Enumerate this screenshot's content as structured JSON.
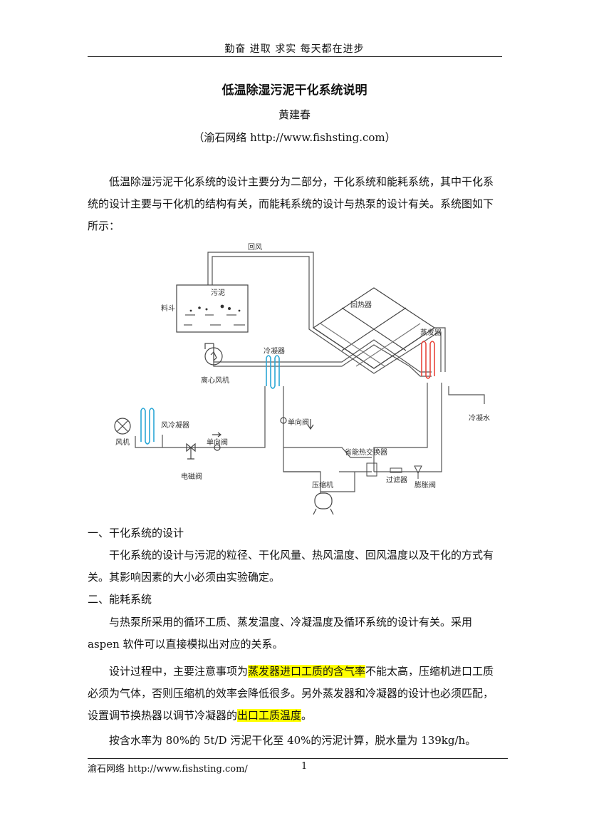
{
  "header": {
    "motto": "勤奋  进取  求实  每天都在进步"
  },
  "title": "低温除湿污泥干化系统说明",
  "author": "黄建春",
  "affiliation": "（渝石网络  http://www.fishsting.com）",
  "intro": "低温除湿污泥干化系统的设计主要分为二部分，干化系统和能耗系统，其中干化系统的设计主要与干化机的结构有关，而能耗系统的设计与热泵的设计有关。系统图如下所示：",
  "diagram": {
    "labels": {
      "return_air": "回风",
      "sludge": "污泥",
      "hopper": "料斗",
      "regenerator": "回热器",
      "evaporator": "蒸发器",
      "condenser": "冷凝器",
      "fan_centrifugal": "离心风机",
      "air_condenser": "风冷凝器",
      "fan": "风机",
      "check_valve_1": "单向阀",
      "check_valve_2": "单向阀",
      "solenoid_valve": "电磁阀",
      "economizer": "省能热交换器",
      "compressor": "压缩机",
      "filter": "过滤器",
      "expansion_valve": "膨胀阀",
      "condensate": "冷凝水"
    }
  },
  "sections": [
    {
      "heading": "一、干化系统的设计",
      "paragraphs": [
        "干化系统的设计与污泥的粒径、干化风量、热风温度、回风温度以及干化的方式有关。其影响因素的大小必须由实验确定。"
      ]
    },
    {
      "heading": "二、能耗系统",
      "p1": "与热泵所采用的循环工质、蒸发温度、冷凝温度及循环系统的设计有关。采用 aspen 软件可以直接模拟出对应的关系。",
      "p2_a": "设计过程中，主要注意事项为",
      "p2_hl1": "蒸发器进口工质的含气率",
      "p2_b": "不能太高，压缩机进口工质必须为气体，否则压缩机的效率会降低很多。另外蒸发器和冷凝器的设计也必须匹配，设置调节换热器以调节冷凝器的",
      "p2_hl2": "出口工质温度",
      "p2_c": "。",
      "p3": "按含水率为 80%的 5t/D 污泥干化至 40%的污泥计算，脱水量为 139kg/h。"
    }
  ],
  "footer": {
    "left": "渝石网络  http://www.fishsting.com/",
    "page": "1"
  },
  "colors": {
    "evaporator_coil": "#e8463c",
    "condenser_coil": "#2aa7d6",
    "pipe": "#555555"
  }
}
